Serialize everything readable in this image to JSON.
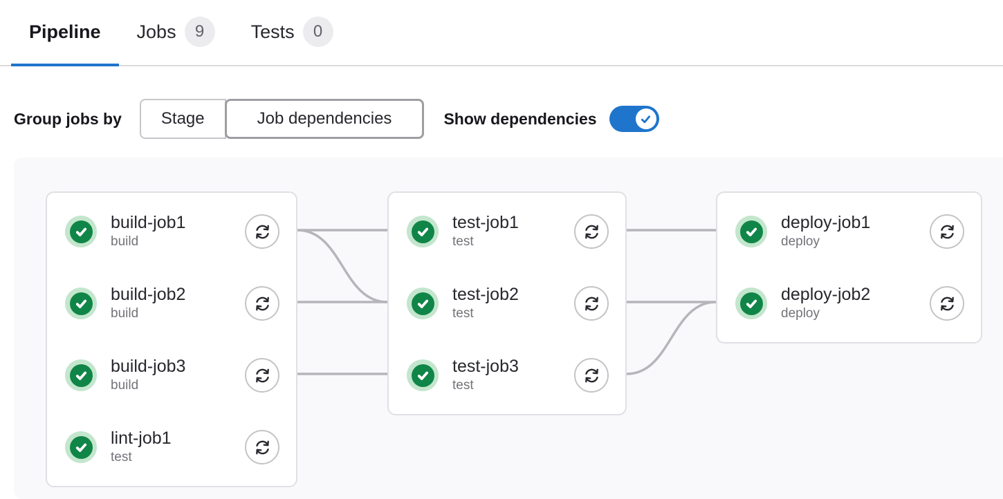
{
  "tabs": [
    {
      "label": "Pipeline",
      "active": true
    },
    {
      "label": "Jobs",
      "badge": "9"
    },
    {
      "label": "Tests",
      "badge": "0"
    }
  ],
  "controls": {
    "group_jobs_by_label": "Group jobs by",
    "group_options": [
      {
        "label": "Stage",
        "selected": false
      },
      {
        "label": "Job dependencies",
        "selected": true
      }
    ],
    "show_dependencies_label": "Show dependencies",
    "show_dependencies_on": true
  },
  "colors": {
    "accent_blue": "#1f75cb",
    "success_green": "#108548",
    "success_green_light": "#c3e6cd",
    "edge_gray": "#b5b5ba"
  },
  "graph": {
    "columns": [
      {
        "jobs": [
          {
            "name": "build-job1",
            "stage": "build",
            "status": "success"
          },
          {
            "name": "build-job2",
            "stage": "build",
            "status": "success"
          },
          {
            "name": "build-job3",
            "stage": "build",
            "status": "success"
          },
          {
            "name": "lint-job1",
            "stage": "test",
            "status": "success"
          }
        ]
      },
      {
        "jobs": [
          {
            "name": "test-job1",
            "stage": "test",
            "status": "success"
          },
          {
            "name": "test-job2",
            "stage": "test",
            "status": "success"
          },
          {
            "name": "test-job3",
            "stage": "test",
            "status": "success"
          }
        ]
      },
      {
        "jobs": [
          {
            "name": "deploy-job1",
            "stage": "deploy",
            "status": "success"
          },
          {
            "name": "deploy-job2",
            "stage": "deploy",
            "status": "success"
          }
        ]
      }
    ],
    "edges": [
      {
        "from": "build-job1",
        "to": "test-job1"
      },
      {
        "from": "build-job1",
        "to": "test-job2"
      },
      {
        "from": "build-job2",
        "to": "test-job2"
      },
      {
        "from": "build-job3",
        "to": "test-job3"
      },
      {
        "from": "test-job1",
        "to": "deploy-job1"
      },
      {
        "from": "test-job2",
        "to": "deploy-job2"
      },
      {
        "from": "test-job3",
        "to": "deploy-job2"
      }
    ]
  }
}
